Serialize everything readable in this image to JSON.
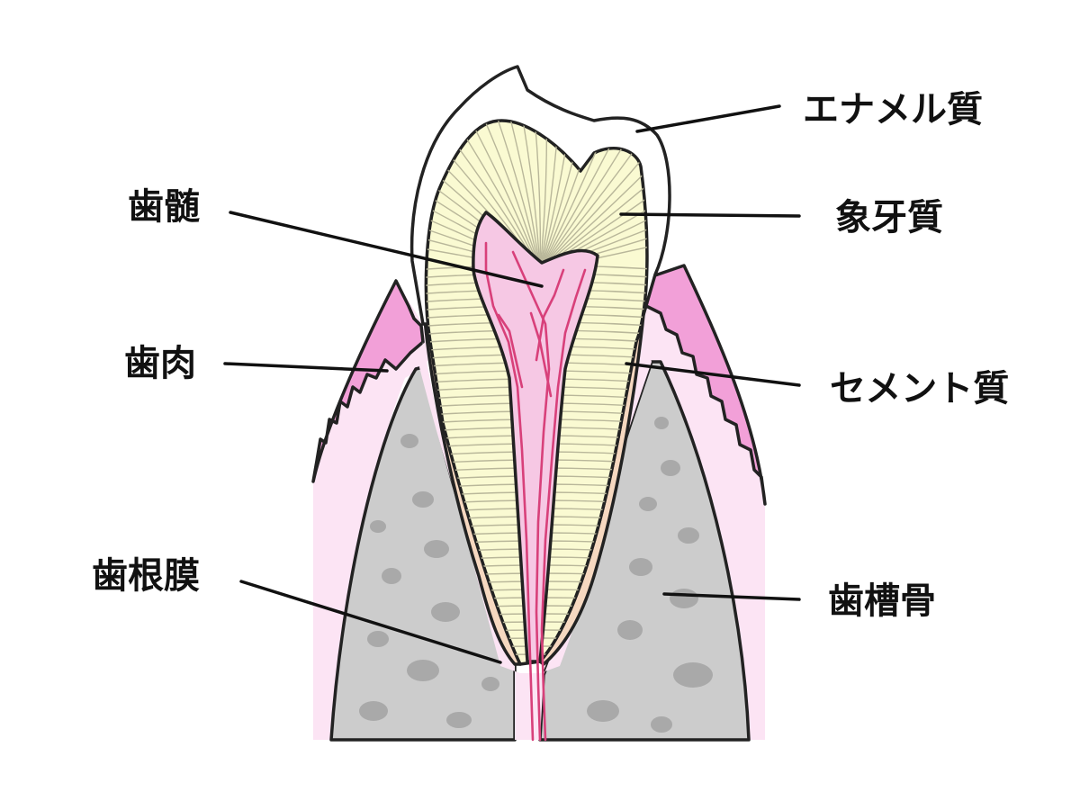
{
  "labels": {
    "enamel": "エナメル質",
    "dentin": "象牙質",
    "pulp": "歯髄",
    "gingiva": "歯肉",
    "cementum": "セメント質",
    "periodontal_ligament": "歯根膜",
    "alveolar_bone": "歯槽骨"
  },
  "colors": {
    "enamel": "#ffffff",
    "dentin": "#fafad2",
    "pulp": "#f6c8e4",
    "gingiva": "#fce4f4",
    "gingiva_edge": "#f2a0d8",
    "cementum": "#f6d8c0",
    "bone": "#cccccc",
    "bone_spots": "#a9a9a9",
    "vessel": "#d8407a",
    "outline": "#222222"
  }
}
